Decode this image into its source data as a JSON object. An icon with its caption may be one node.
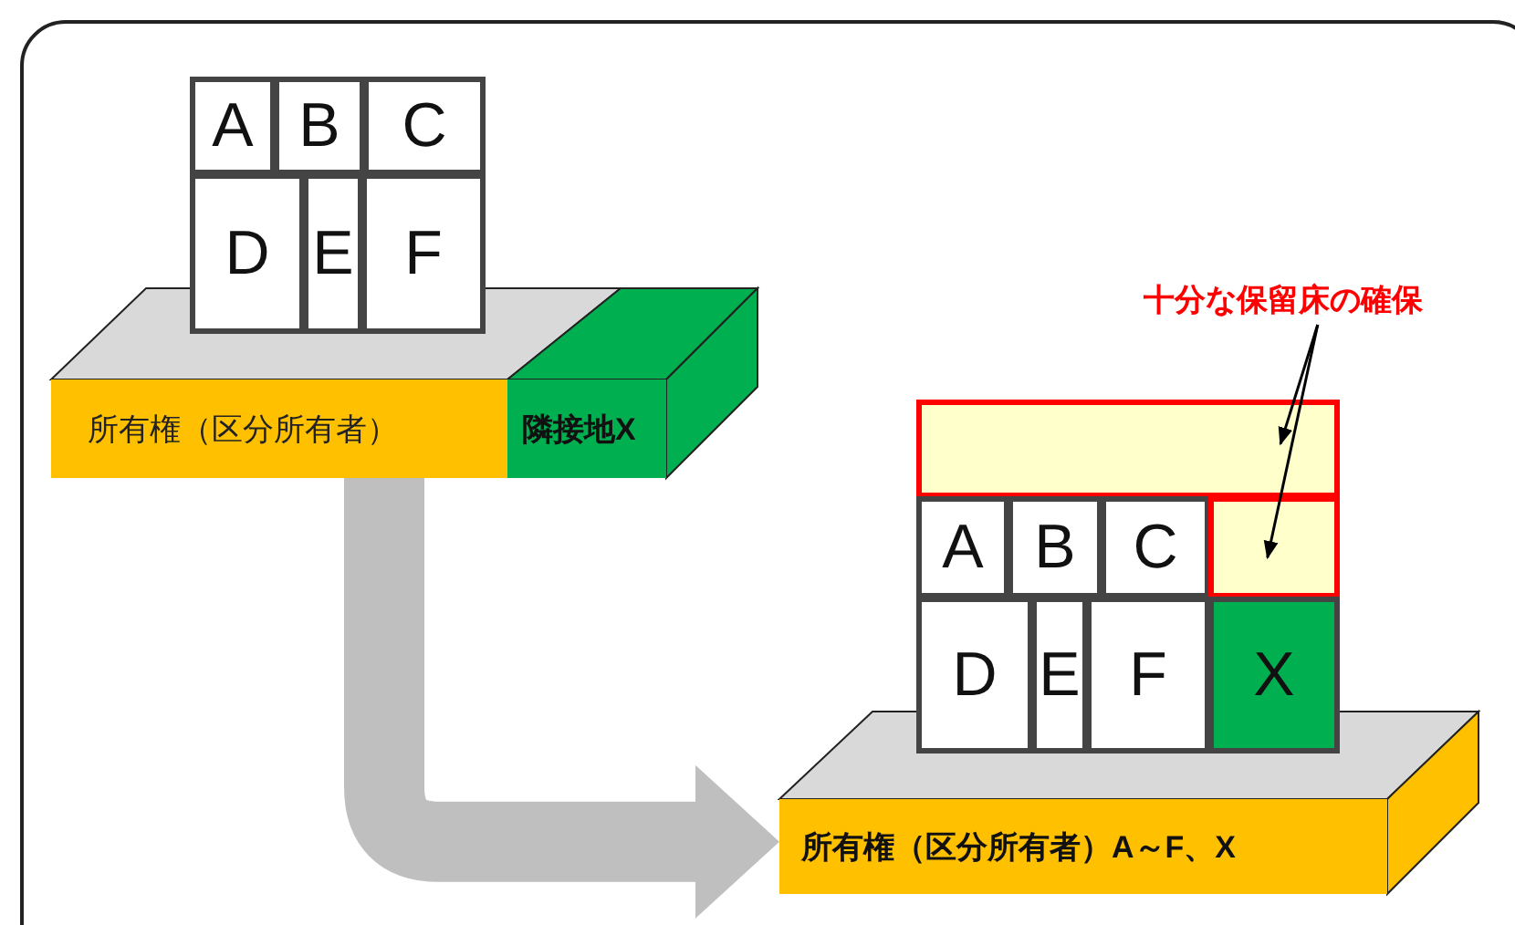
{
  "diagram": {
    "nodes": [
      {
        "text": [
          "A"
        ]
      },
      {
        "text": [
          "B"
        ]
      },
      {
        "text": [
          "C"
        ]
      },
      {
        "text": [
          "D"
        ]
      },
      {
        "text": [
          "E"
        ]
      },
      {
        "text": [
          "F"
        ]
      },
      {
        "text": [
          "所有権（区分所有者）"
        ]
      },
      {
        "text": [
          "隣接地X"
        ]
      },
      {
        "text": [
          "十分な保留床の確保"
        ]
      },
      {
        "text": [],
        "shape": "box"
      },
      {
        "text": [
          "A"
        ]
      },
      {
        "text": [
          "B"
        ]
      },
      {
        "text": [
          "C"
        ]
      },
      {
        "text": [],
        "shape": "box"
      },
      {
        "text": [
          "D"
        ]
      },
      {
        "text": [
          "E"
        ]
      },
      {
        "text": [
          "F"
        ]
      },
      {
        "text": [
          "X"
        ]
      },
      {
        "text": [
          "所有権（区分所有者）A～F、X"
        ]
      }
    ],
    "edges": [
      {
        "from": 8,
        "to": 9,
        "arrow": "to"
      },
      {
        "from": 8,
        "to": 13,
        "arrow": "to"
      },
      {
        "from": 6,
        "to": 18,
        "arrow": "to",
        "style": "thick",
        "color": "#bfbfbf"
      }
    ]
  }
}
